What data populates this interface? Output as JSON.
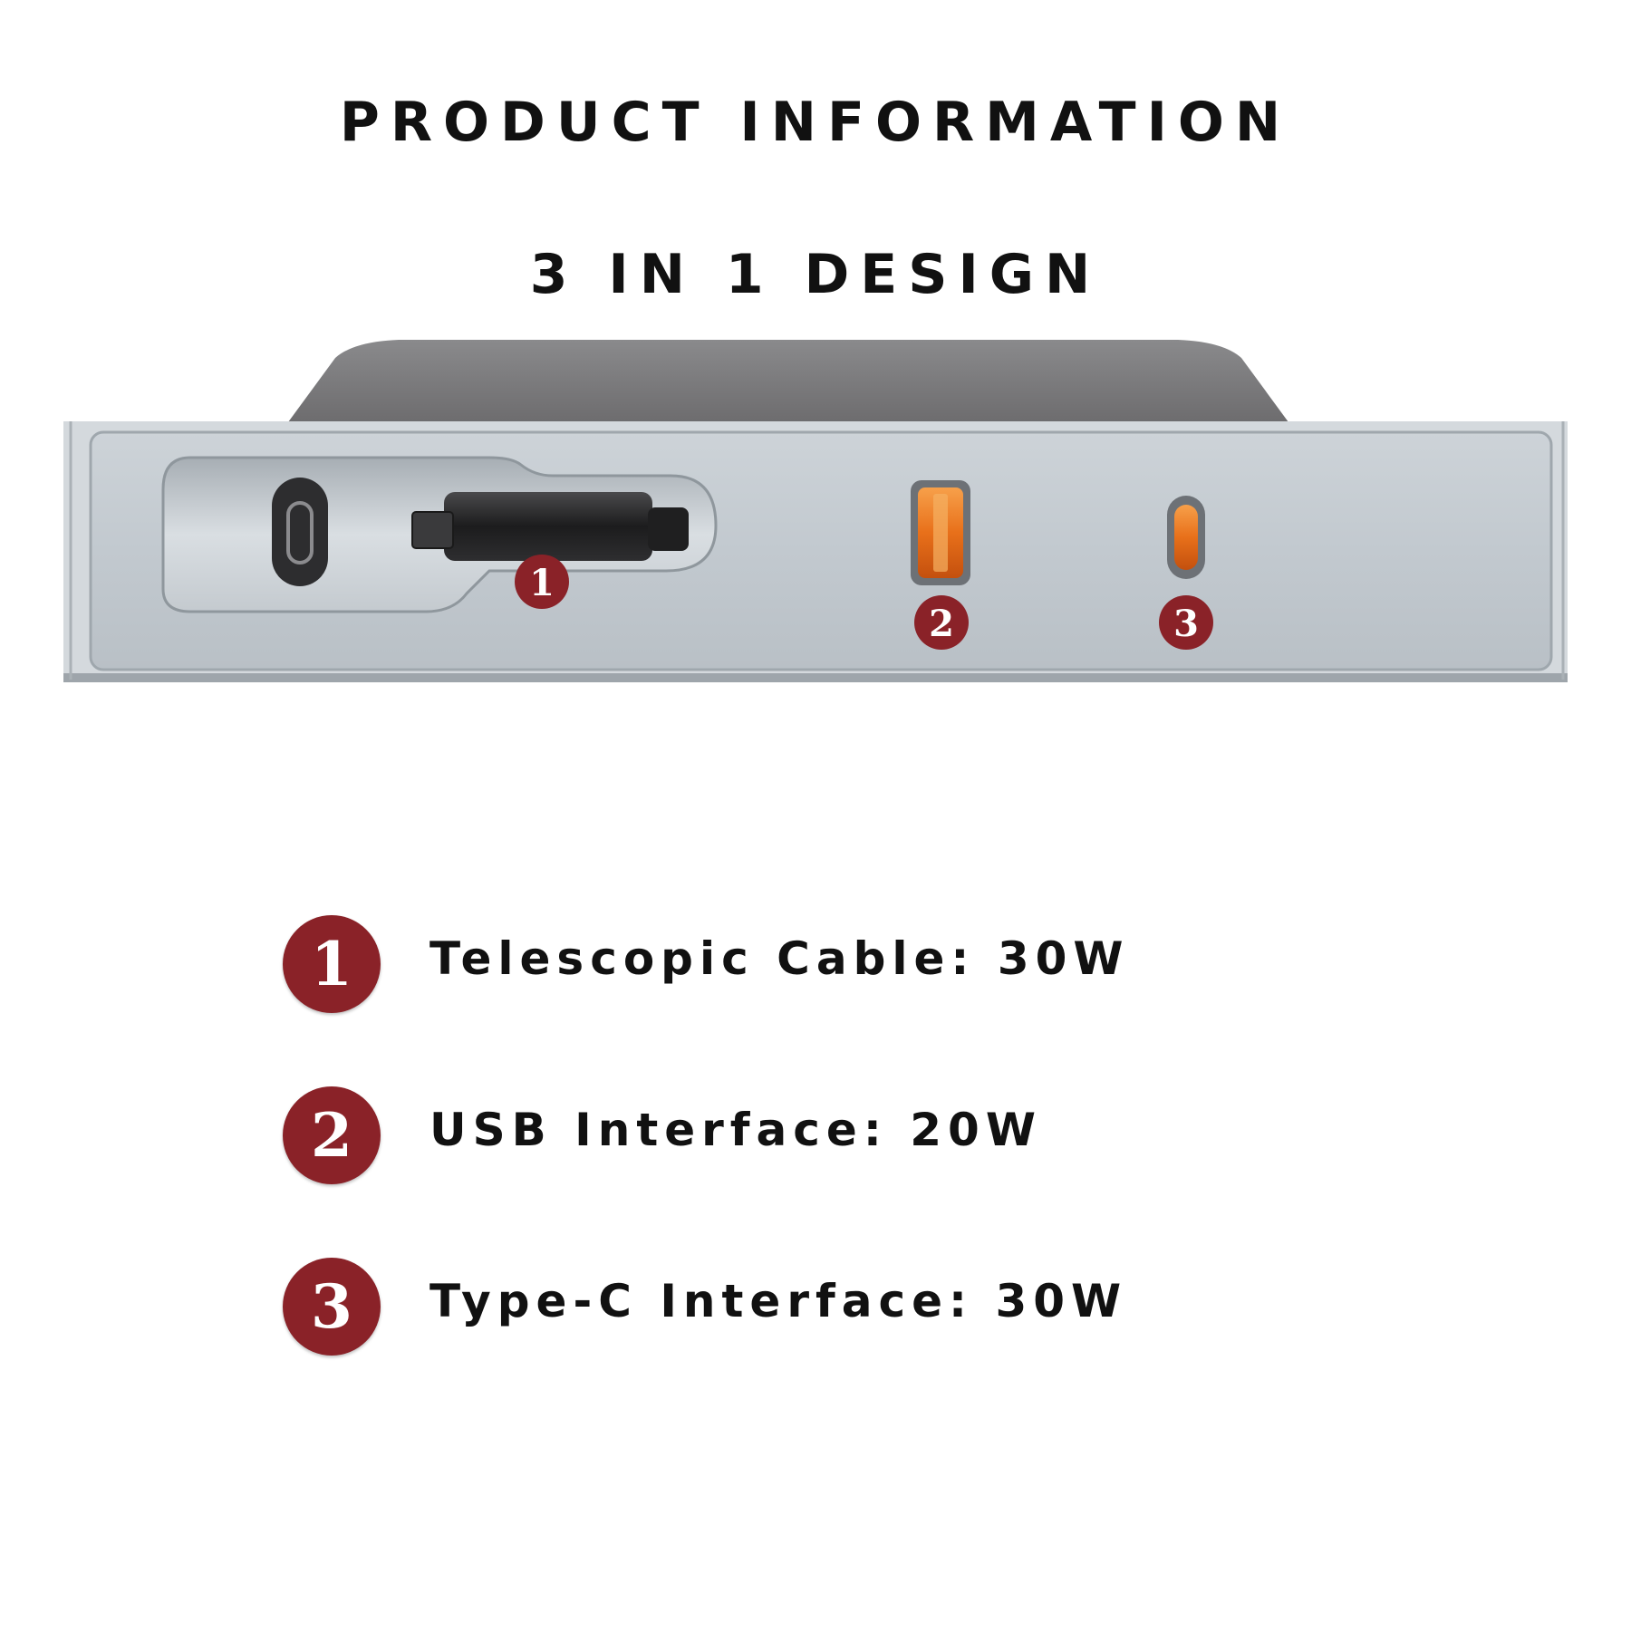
{
  "header": {
    "title": "PRODUCT INFORMATION",
    "subtitle": "3 IN 1 DESIGN"
  },
  "product": {
    "callouts": [
      "1",
      "2",
      "3"
    ],
    "accent_color": "#8a2228",
    "port_glow_color": "#e8701a"
  },
  "legend": {
    "items": [
      {
        "number": "1",
        "label": "Telescopic Cable: 30W"
      },
      {
        "number": "2",
        "label": "USB Interface: 20W"
      },
      {
        "number": "3",
        "label": "Type-C Interface: 30W"
      }
    ]
  }
}
